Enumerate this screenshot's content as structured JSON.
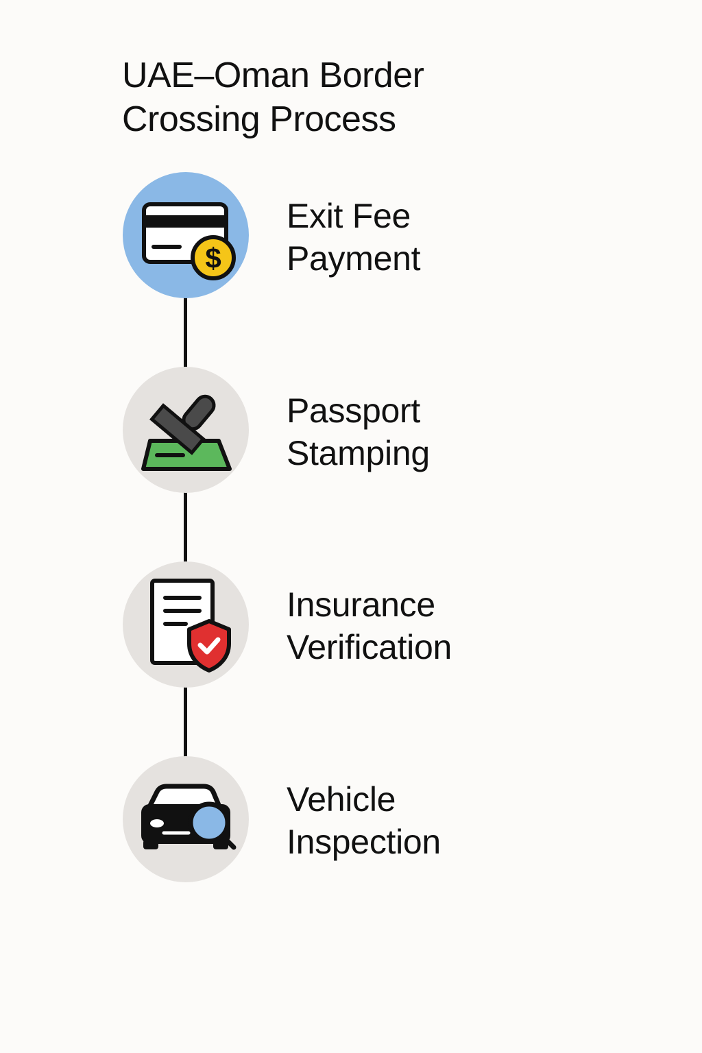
{
  "title": {
    "line1": "UAE–Oman Border",
    "line2": "Crossing Process"
  },
  "steps": [
    {
      "line1": "Exit Fee",
      "line2": "Payment",
      "icon": "credit-card-dollar-icon",
      "active": true
    },
    {
      "line1": "Passport",
      "line2": "Stamping",
      "icon": "stamp-icon",
      "active": false
    },
    {
      "line1": "Insurance",
      "line2": "Verification",
      "icon": "document-shield-icon",
      "active": false
    },
    {
      "line1": "Vehicle",
      "line2": "Inspection",
      "icon": "car-magnifier-icon",
      "active": false
    }
  ],
  "colors": {
    "background": "#fcfbf9",
    "active_circle": "#8ab8e6",
    "inactive_circle": "#e5e2df",
    "coin": "#f5c518",
    "stamp_pad": "#5cb85c",
    "shield": "#e03030",
    "magnifier": "#8ab8e6",
    "line": "#111111"
  }
}
